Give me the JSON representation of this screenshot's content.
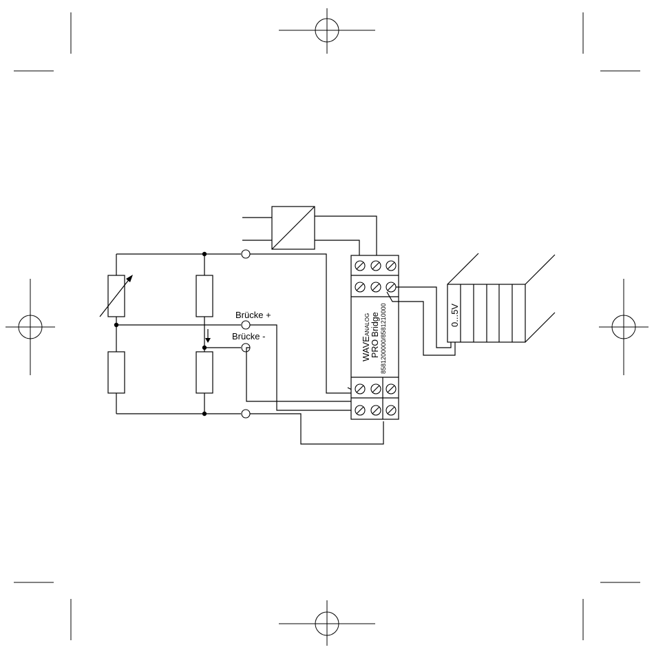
{
  "labels": {
    "bridge_plus": "Brücke +",
    "bridge_minus": "Brücke -"
  },
  "device": {
    "brand": "WAVE",
    "brand_suffix": "ANALOG",
    "name": "PRO Bridge",
    "part_numbers": "8581200000/8581210000"
  },
  "output": {
    "range_label": "0...5V"
  }
}
